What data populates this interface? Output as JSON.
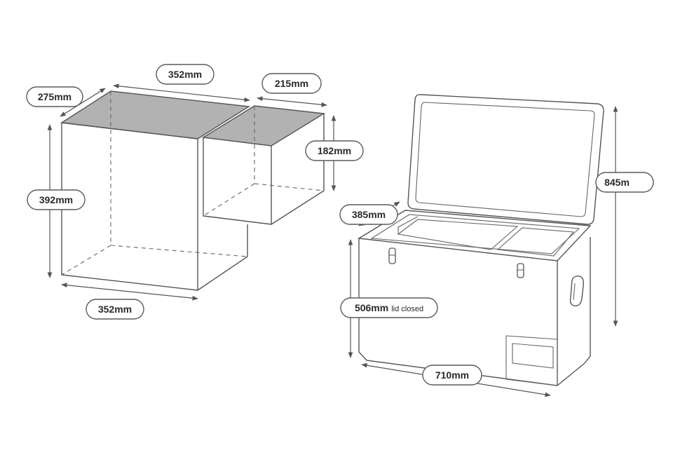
{
  "colors": {
    "outline": "#555555",
    "top_face": "#b2b2b2",
    "label_border": "#5a5a5a",
    "background": "#ffffff"
  },
  "left_diagram": {
    "depth_label": "275mm",
    "width_top_label": "352mm",
    "small_width_label": "215mm",
    "small_height_label": "182mm",
    "height_label": "392mm",
    "width_bottom_label": "352mm"
  },
  "right_diagram": {
    "depth_label": "385mm",
    "open_height_label": "845m",
    "closed_height_value": "506mm",
    "closed_height_note": "lid closed",
    "width_label": "710mm"
  }
}
